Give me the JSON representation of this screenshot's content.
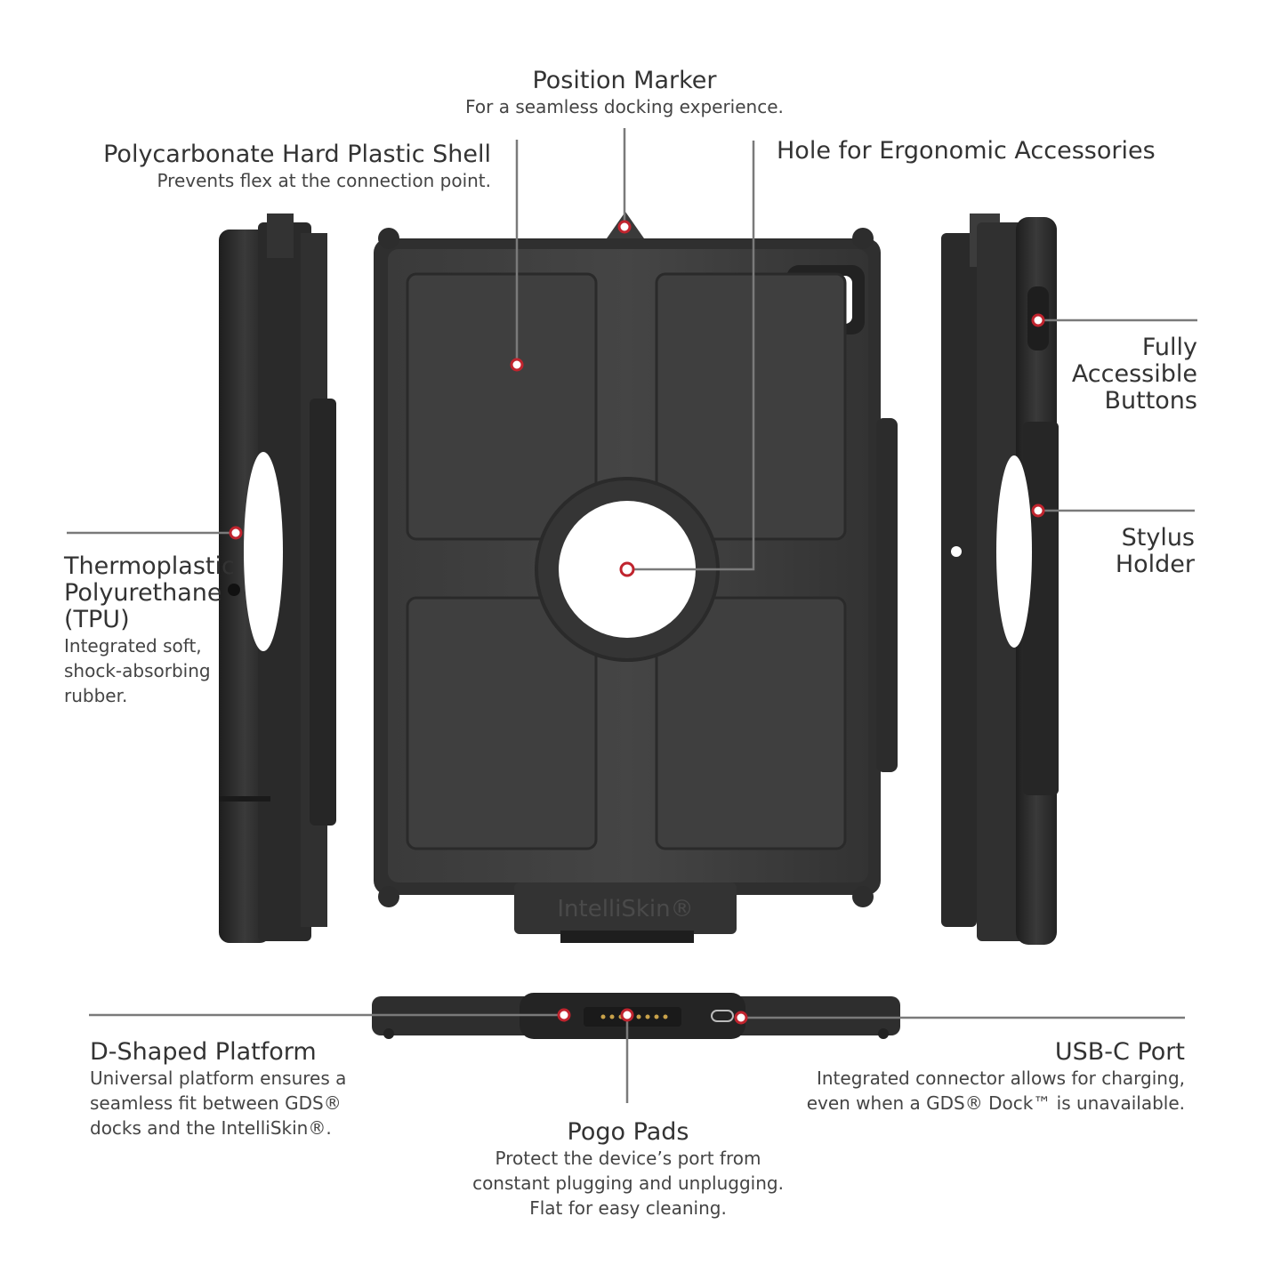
{
  "callouts": {
    "position_marker": {
      "title": "Position Marker",
      "desc": "For a seamless docking experience."
    },
    "polycarbonate_shell": {
      "title": "Polycarbonate Hard Plastic Shell",
      "desc": "Prevents flex at the connection point."
    },
    "hole_accessories": {
      "title": "Hole for Ergonomic Accessories"
    },
    "fully_accessible_buttons": {
      "line1": "Fully",
      "line2": "Accessible",
      "line3": "Buttons"
    },
    "stylus_holder": {
      "line1": "Stylus",
      "line2": "Holder"
    },
    "tpu": {
      "line1": "Thermoplastic",
      "line2": "Polyurethane",
      "line3": "(TPU)",
      "desc1": "Integrated soft,",
      "desc2": "shock-absorbing",
      "desc3": "rubber."
    },
    "d_shaped_platform": {
      "title": "D-Shaped Platform",
      "desc1": "Universal platform ensures a",
      "desc2": "seamless fit between GDS®",
      "desc3": "docks and the IntelliSkin®."
    },
    "usb_c_port": {
      "title": "USB-C Port",
      "desc1": "Integrated connector allows for charging,",
      "desc2": "even when a GDS® Dock™ is unavailable."
    },
    "pogo_pads": {
      "title": "Pogo Pads",
      "desc1": "Protect the device’s port from",
      "desc2": "constant plugging and unplugging.",
      "desc3": "Flat for easy cleaning."
    }
  },
  "product_text": {
    "brand": "IntelliSkin®"
  },
  "colors": {
    "marker": "#c0242e",
    "case_dark": "#2b2b2b",
    "case_mid": "#3b3b3b",
    "leader_line": "#7a7a7a"
  }
}
